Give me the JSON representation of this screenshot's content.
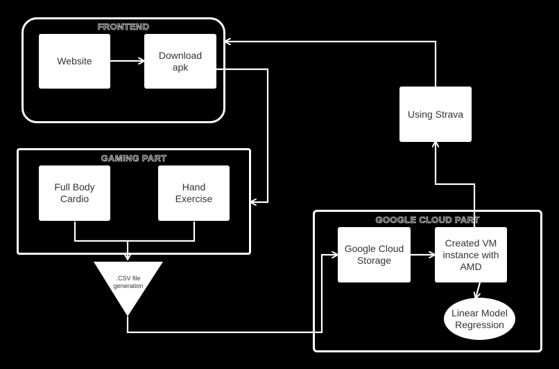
{
  "groups": {
    "frontend": "FRONTEND",
    "gaming": "GAMING PART",
    "cloud": "GOOGLE CLOUD PART"
  },
  "nodes": {
    "website": "Website",
    "download_apk": "Download\napk",
    "using_strava": "Using Strava",
    "full_body_cardio": "Full Body\nCardio",
    "hand_exercise": "Hand\nExercise",
    "csv_generation": ".CSV file\ngeneration",
    "google_cloud_storage": "Google Cloud\nStorage",
    "created_vm": "Created VM\ninstance with\nAMD",
    "linear_model": "Linear Model\nRegression"
  },
  "colors": {
    "background": "#000000",
    "line": "#ffffff",
    "node_fill": "#ffffff",
    "node_text": "#333333"
  }
}
